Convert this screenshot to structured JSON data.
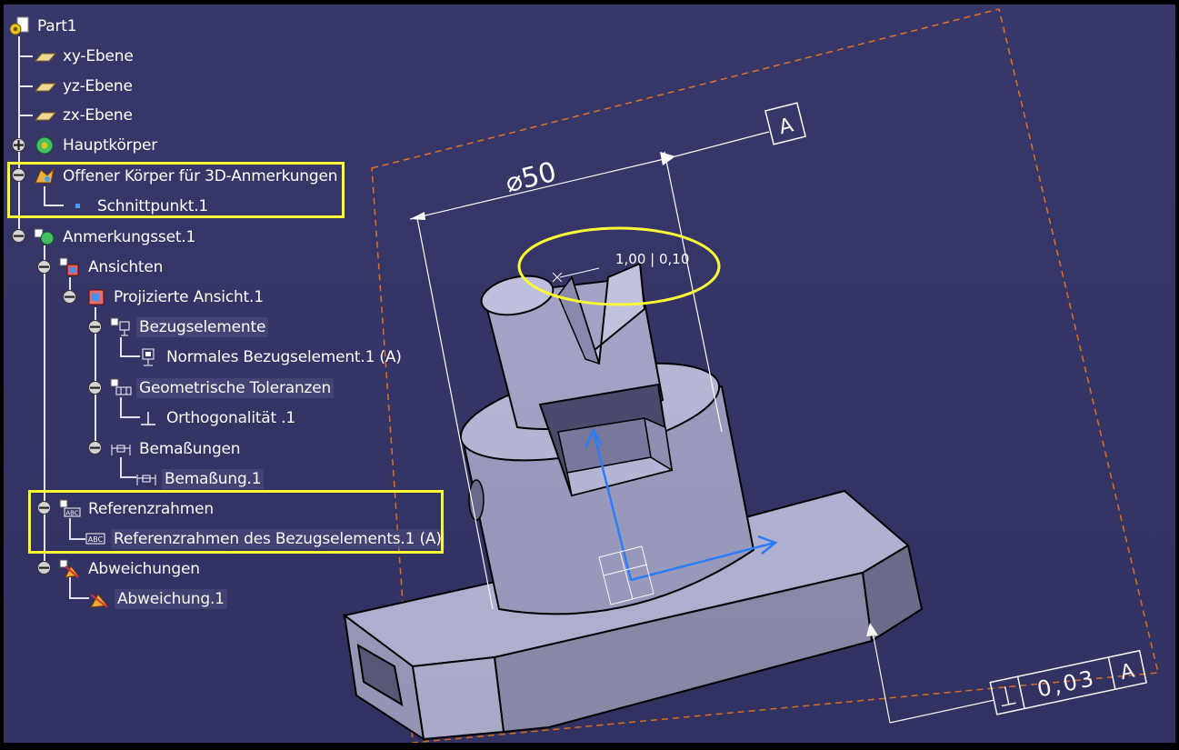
{
  "tree": {
    "items": [
      {
        "label": "Part1",
        "icon": "part-gear-icon"
      },
      {
        "label": "xy-Ebene",
        "icon": "plane-icon"
      },
      {
        "label": "yz-Ebene",
        "icon": "plane-icon"
      },
      {
        "label": "zx-Ebene",
        "icon": "plane-icon"
      },
      {
        "label": "Hauptkörper",
        "icon": "body-gear-icon"
      },
      {
        "label": "Offener Körper für 3D-Anmerkungen",
        "icon": "open-body-icon"
      },
      {
        "label": "Schnittpunkt.1",
        "icon": "point-icon"
      },
      {
        "label": "Anmerkungsset.1",
        "icon": "annotation-set-icon"
      },
      {
        "label": "Ansichten",
        "icon": "views-icon"
      },
      {
        "label": "Projizierte Ansicht.1",
        "icon": "projected-view-icon"
      },
      {
        "label": "Bezugselemente",
        "icon": "datum-icon"
      },
      {
        "label": "Normales Bezugselement.1 (A)",
        "icon": "datum-feature-icon"
      },
      {
        "label": "Geometrische Toleranzen",
        "icon": "geometric-tolerance-icon"
      },
      {
        "label": "Orthogonalität .1",
        "icon": "perpendicularity-icon"
      },
      {
        "label": "Bemaßungen",
        "icon": "dimensions-icon"
      },
      {
        "label": "Bemaßung.1",
        "icon": "dimension-icon"
      },
      {
        "label": "Referenzrahmen",
        "icon": "reference-frame-icon"
      },
      {
        "label": "Referenzrahmen des Bezugselements.1 (A)",
        "icon": "reference-frame-item-icon"
      },
      {
        "label": "Abweichungen",
        "icon": "deviations-icon"
      },
      {
        "label": "Abweichung.1",
        "icon": "deviation-icon"
      }
    ]
  },
  "annotations": {
    "diameter_label": "⌀50",
    "datum_label": "A",
    "tolerance_value": "0,03",
    "tolerance_datum": "A",
    "deviation_label": "1,00 | 0,10"
  },
  "colors": {
    "background": "#333366",
    "highlight": "#ffff33",
    "frame_dash": "#e07020",
    "part_face": "#a8a8cc",
    "axis_blue": "#2a7fff"
  }
}
